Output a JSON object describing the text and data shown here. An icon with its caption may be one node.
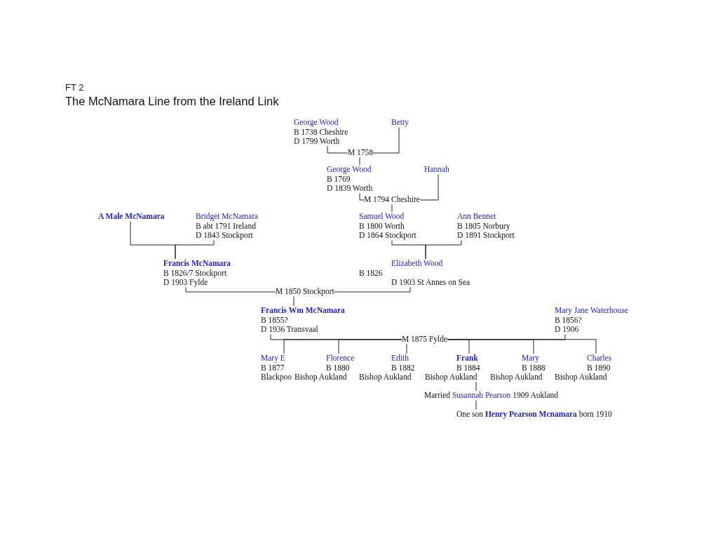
{
  "diagram": {
    "title": "The McNamara Line from the Ireland Link",
    "nodes": [
      {
        "text": [
          "George Wood",
          "B 1738 Cheshire",
          "D 1799 Worth"
        ]
      },
      {
        "text": [
          "Betty"
        ]
      },
      {
        "text": [
          "M 1758"
        ]
      },
      {
        "text": [
          "George Wood",
          "B 1769",
          "D 1839 Worth"
        ]
      },
      {
        "text": [
          "Hannah"
        ]
      },
      {
        "text": [
          "M 1794 Cheshire"
        ]
      },
      {
        "text": [
          "A Male McNamara"
        ]
      },
      {
        "text": [
          "Bridget McNamara",
          "B abt 1791 Ireland",
          "D 1843 Stockport"
        ]
      },
      {
        "text": [
          "Samuel Wood",
          "B 1800 Worth",
          "D 1864 Stockport"
        ]
      },
      {
        "text": [
          "Ann Bennet",
          "B 1805 Norbury",
          "D 1891 Stockport"
        ]
      },
      {
        "text": [
          "Francis McNamara",
          "B 1826/7 Stockport",
          "D 1903 Fylde"
        ]
      },
      {
        "text": [
          "Elizabeth Wood",
          "B 1826",
          "D 1903 St Annes on Sea"
        ]
      },
      {
        "text": [
          "M 1850 Stockport"
        ]
      },
      {
        "text": [
          "Francis Wm McNamara",
          "B 1855?",
          "D 1936 Transvaal"
        ]
      },
      {
        "text": [
          "Mary Jane Waterhouse",
          "B 1856?",
          "D 1906"
        ]
      },
      {
        "text": [
          "M 1875 Fylde"
        ]
      },
      {
        "text": [
          "Mary E",
          "B 1877",
          "Blackpoo"
        ]
      },
      {
        "text": [
          "Florence",
          "B 1880",
          "Bishop Aukland"
        ]
      },
      {
        "text": [
          "Edith",
          "B 1882",
          "Bishop Aukland"
        ]
      },
      {
        "text": [
          "Frank",
          "B 1884",
          "Bishop Aukland"
        ]
      },
      {
        "text": [
          "Mary",
          "B 1888",
          "Bishop Aukland"
        ]
      },
      {
        "text": [
          "Charles",
          "B 1890",
          "Bishop Aukland"
        ]
      },
      {
        "text": [
          "Married",
          "Susannah Pearson",
          "1909 Aukland"
        ]
      },
      {
        "text": [
          "One son",
          "Henry Pearson Mcnamara",
          "born 1910"
        ]
      }
    ],
    "edges": [
      {
        "from": 0,
        "to": 2,
        "arrow": "none"
      },
      {
        "from": 1,
        "to": 2,
        "arrow": "none"
      },
      {
        "from": 2,
        "to": 3,
        "arrow": "none"
      },
      {
        "from": 3,
        "to": 5,
        "arrow": "none"
      },
      {
        "from": 4,
        "to": 5,
        "arrow": "none"
      },
      {
        "from": 5,
        "to": 8,
        "arrow": "none"
      },
      {
        "from": 6,
        "to": 10,
        "arrow": "none"
      },
      {
        "from": 7,
        "to": 10,
        "arrow": "none"
      },
      {
        "from": 8,
        "to": 11,
        "arrow": "none"
      },
      {
        "from": 9,
        "to": 11,
        "arrow": "none"
      },
      {
        "from": 10,
        "to": 12,
        "arrow": "none"
      },
      {
        "from": 11,
        "to": 12,
        "arrow": "none"
      },
      {
        "from": 12,
        "to": 13,
        "arrow": "none"
      },
      {
        "from": 13,
        "to": 15,
        "arrow": "none"
      },
      {
        "from": 14,
        "to": 15,
        "arrow": "none"
      },
      {
        "from": 15,
        "to": 16,
        "arrow": "none"
      },
      {
        "from": 15,
        "to": 17,
        "arrow": "none"
      },
      {
        "from": 15,
        "to": 18,
        "arrow": "none"
      },
      {
        "from": 15,
        "to": 19,
        "arrow": "none"
      },
      {
        "from": 15,
        "to": 20,
        "arrow": "none"
      },
      {
        "from": 15,
        "to": 21,
        "arrow": "none"
      },
      {
        "from": 19,
        "to": 22,
        "arrow": "none"
      },
      {
        "from": 22,
        "to": 23,
        "arrow": "none"
      }
    ],
    "labels": [
      "FT 2"
    ]
  }
}
